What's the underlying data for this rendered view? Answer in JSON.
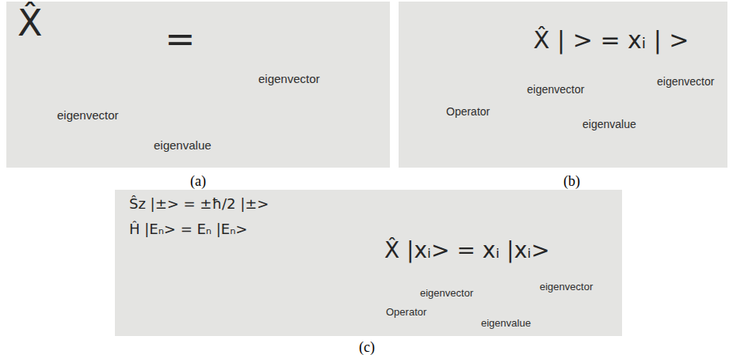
{
  "diagram": {
    "nodes": [
      {
        "text": [
          "X̂",
          "=",
          "eigenvector",
          "eigenvalue",
          "eigenvector",
          "(a)"
        ]
      },
      {
        "text": [
          "X̂ | > = xᵢ | >",
          "Operator",
          "eigenvector",
          "eigenvalue",
          "eigenvector",
          "(b)"
        ]
      },
      {
        "text": [
          "Ŝz |±> = ±ħ/2 |±>",
          "Ĥ |Eₙ> = Eₙ |Eₙ>",
          "X̂ |xᵢ> = xᵢ |xᵢ>",
          "Operator",
          "eigenvector",
          "eigenvalue",
          "eigenvector",
          "(c)"
        ]
      }
    ]
  }
}
